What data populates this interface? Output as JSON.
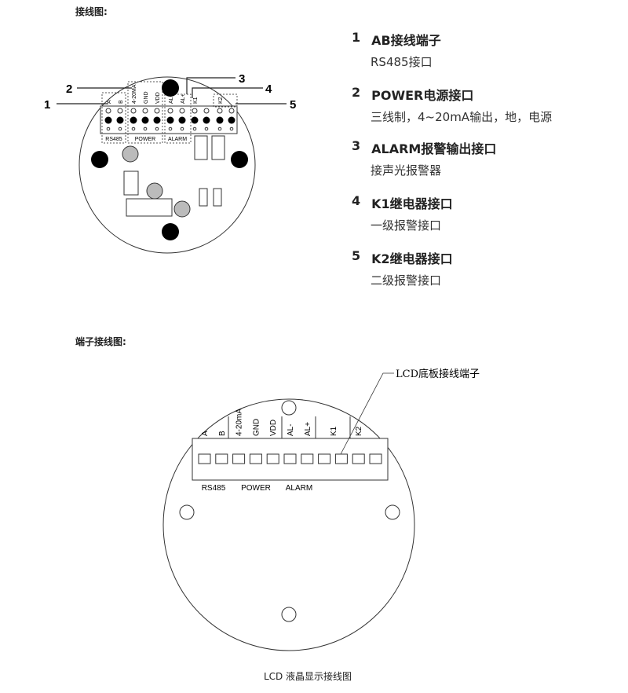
{
  "section1_title": "接线图:",
  "section2_title": "端子接线图:",
  "items": [
    {
      "num": "1",
      "title": "AB接线端子",
      "desc": "RS485接口"
    },
    {
      "num": "2",
      "title": "POWER电源接口",
      "desc": "三线制，4~20mA输出，地，电源"
    },
    {
      "num": "3",
      "title": "ALARM报警输出接口",
      "desc": "接声光报警器"
    },
    {
      "num": "4",
      "title": "K1继电器接口",
      "desc": "一级报警接口"
    },
    {
      "num": "5",
      "title": "K2继电器接口",
      "desc": "二级报警接口"
    }
  ],
  "pcb": {
    "pins": [
      "A",
      "B",
      "4-20MA",
      "GND",
      "VDD",
      "AL-",
      "AL+",
      "K1",
      "",
      "K2",
      ""
    ],
    "groups": [
      "RS485",
      "POWER",
      "ALARM"
    ],
    "callouts": [
      "1",
      "2",
      "3",
      "4",
      "5"
    ]
  },
  "lcd": {
    "pins": [
      "A",
      "B",
      "4-20mA",
      "GND",
      "VDD",
      "AL-",
      "AL+",
      "K1",
      "",
      "K2",
      ""
    ],
    "groups": [
      "RS485",
      "POWER",
      "ALARM"
    ],
    "callout": "LCD底板接线端子",
    "caption": "LCD 液晶显示接线图"
  }
}
